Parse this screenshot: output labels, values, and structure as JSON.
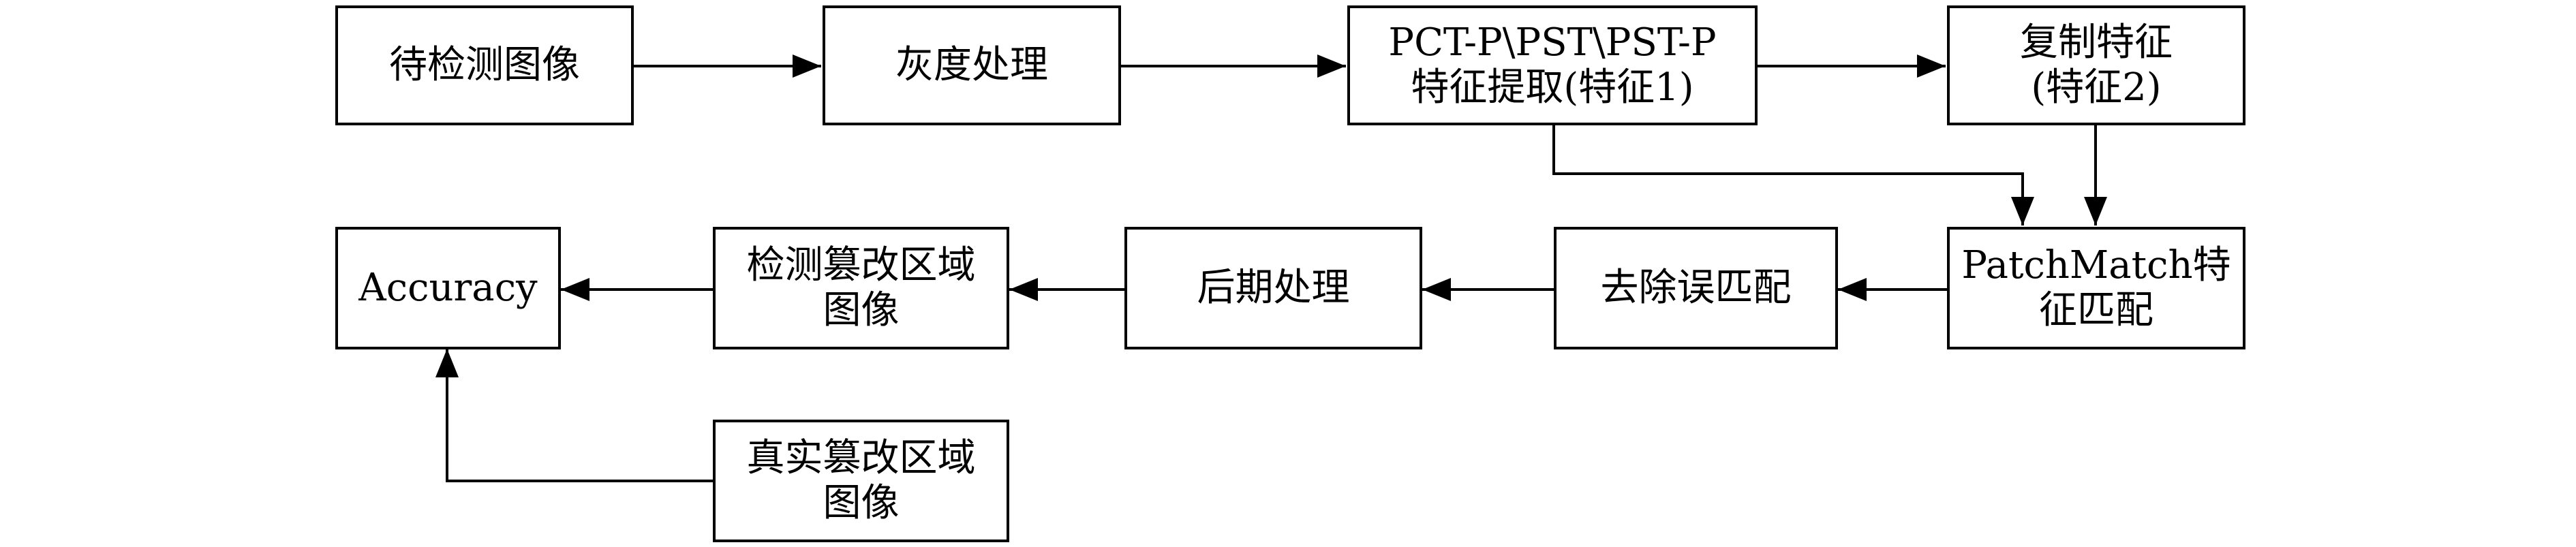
{
  "nodes": {
    "input_image": {
      "lines": [
        "待检测图像"
      ]
    },
    "grayscale": {
      "lines": [
        "灰度处理"
      ]
    },
    "feature_extract": {
      "lines": [
        "PCT-P\\PST\\PST-P",
        "特征提取(特征1)"
      ]
    },
    "copy_feature": {
      "lines": [
        "复制特征",
        "(特征2)"
      ]
    },
    "patchmatch": {
      "lines": [
        "PatchMatch特",
        "征匹配"
      ]
    },
    "remove_false": {
      "lines": [
        "去除误匹配"
      ]
    },
    "post_process": {
      "lines": [
        "后期处理"
      ]
    },
    "detected_region": {
      "lines": [
        "检测篡改区域",
        "图像"
      ]
    },
    "accuracy": {
      "lines": [
        "Accuracy"
      ]
    },
    "ground_truth": {
      "lines": [
        "真实篡改区域",
        "图像"
      ]
    }
  },
  "edges": [
    {
      "from": "input_image",
      "to": "grayscale"
    },
    {
      "from": "grayscale",
      "to": "feature_extract"
    },
    {
      "from": "feature_extract",
      "to": "copy_feature"
    },
    {
      "from": "feature_extract",
      "to": "patchmatch"
    },
    {
      "from": "copy_feature",
      "to": "patchmatch"
    },
    {
      "from": "patchmatch",
      "to": "remove_false"
    },
    {
      "from": "remove_false",
      "to": "post_process"
    },
    {
      "from": "post_process",
      "to": "detected_region"
    },
    {
      "from": "detected_region",
      "to": "accuracy"
    },
    {
      "from": "ground_truth",
      "to": "accuracy"
    }
  ],
  "colors": {
    "stroke": "#000000",
    "background": "#ffffff"
  }
}
